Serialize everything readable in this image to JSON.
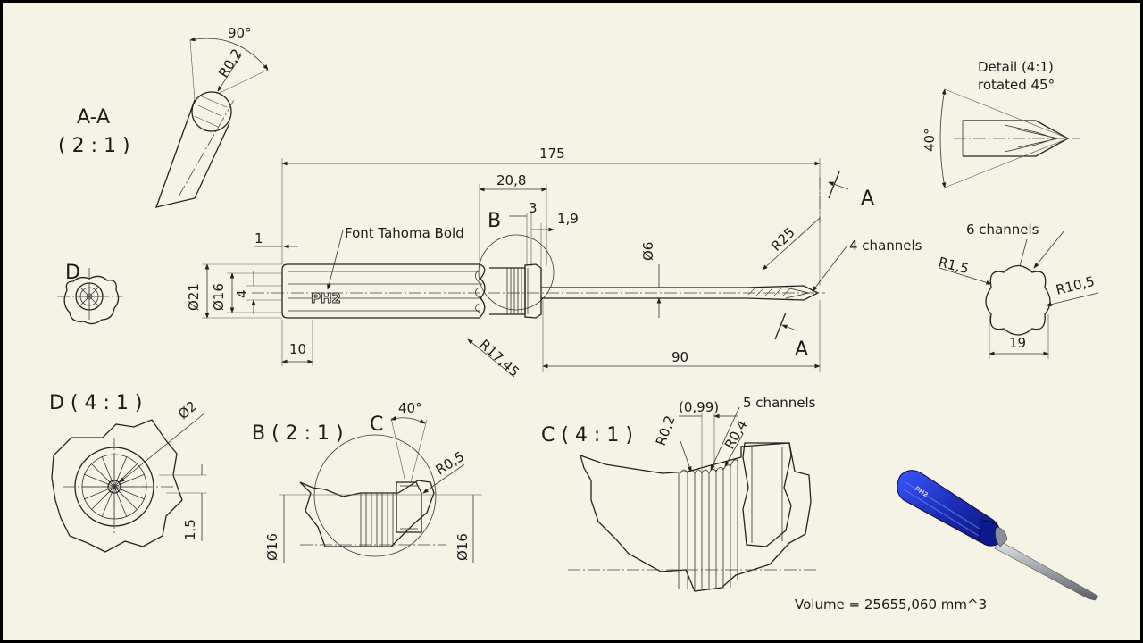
{
  "views": {
    "section_aa": {
      "label": "A-A",
      "scale": "( 2 : 1 )"
    },
    "view_d": {
      "label": "D"
    },
    "detail_d": {
      "label": "D ( 4 : 1 )"
    },
    "detail_b": {
      "label": "B ( 2 : 1 )"
    },
    "detail_c": {
      "label": "C ( 4 : 1 )"
    },
    "detail_tip": {
      "label": "Detail (4:1)",
      "note": "rotated 45°"
    }
  },
  "dimensions": {
    "aa_angle": "90°",
    "aa_radius": "R0,2",
    "overall_length": "175",
    "collar_length": "20,8",
    "collar_width": "3",
    "collar_step": "1,9",
    "offset_1": "1",
    "handle_dia": "Ø21",
    "collar_dia": "Ø16",
    "shank_inner": "4",
    "end_10": "10",
    "radius_17": "R17,45",
    "shaft_dia": "Ø6",
    "tip_radius": "R25",
    "shaft_length": "90",
    "tip_angle": "40°",
    "channel_r15": "R1,5",
    "channel_r105": "R10,5",
    "profile_width": "19",
    "d_dia": "Ø2",
    "d_depth": "1,5",
    "b_angle": "40°",
    "b_radius": "R0,5",
    "b_dia_left": "Ø16",
    "b_dia_right": "Ø16",
    "c_r02": "R0,2",
    "c_pitch": "(0,99)",
    "c_r04": "R0,4"
  },
  "annotations": {
    "font_note": "Font Tahoma Bold",
    "engraving": "PH2",
    "section_cut": "A",
    "detail_b_marker": "B",
    "detail_c_marker": "C",
    "channels_4": "4 channels",
    "channels_6": "6 channels",
    "channels_5": "5 channels",
    "volume": "Volume = 25655,060 mm^3"
  },
  "colors": {
    "paper": "#f5f3e6",
    "frame": "#000000",
    "line": "#222222",
    "handle_blue": "#1b2fb8",
    "tip_gray": "#9aa0a6"
  }
}
